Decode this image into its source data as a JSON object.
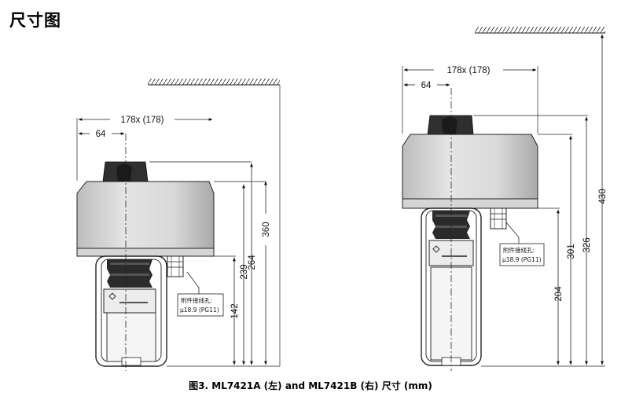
{
  "page": {
    "heading": "尺寸图",
    "caption": "图3. ML7421A (左) and ML7421B (右) 尺寸 (mm)"
  },
  "left_actuator": {
    "width_label": "178x (178)",
    "offset_label": "64",
    "height_360": "360",
    "height_264": "264",
    "height_239": "239",
    "height_142": "142",
    "note_line1": "附件接线孔:",
    "note_line2": "µ18.9 (PG11)"
  },
  "right_actuator": {
    "width_label": "178x (178)",
    "offset_label": "64",
    "height_430": "430",
    "height_326": "326",
    "height_301": "301",
    "height_204": "204",
    "note_line1": "附件接线孔:",
    "note_line2": "µ18.9 (PG11)"
  }
}
